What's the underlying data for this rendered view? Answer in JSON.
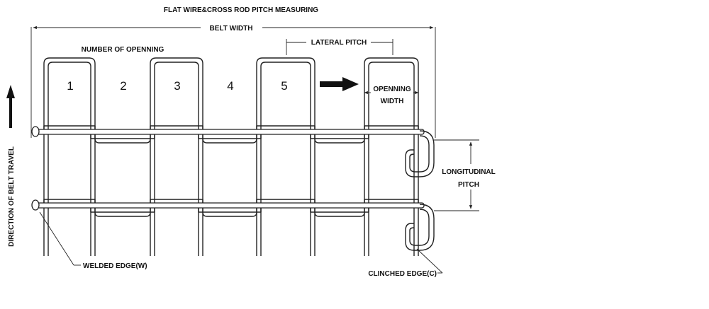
{
  "title": "FLAT WIRE&CROSS ROD PITCH MEASURING",
  "labels": {
    "belt_width": "BELT WIDTH",
    "lateral_pitch": "LATERAL PITCH",
    "number_of_openings": "NUMBER OF OPENNING",
    "opening_width_1": "OPENNING",
    "opening_width_2": "WIDTH",
    "longitudinal_pitch_1": "LONGITUDINAL",
    "longitudinal_pitch_2": "PITCH",
    "welded_edge": "WELDED EDGE(W)",
    "clinched_edge": "CLINCHED EDGE(C)",
    "direction": "DIRECTION OF BELT TRAVEL"
  },
  "opening_numbers": [
    "1",
    "2",
    "3",
    "4",
    "5"
  ],
  "icons": {
    "travel_arrow": "arrow-up-icon",
    "continuation_arrow": "arrow-right-icon"
  }
}
